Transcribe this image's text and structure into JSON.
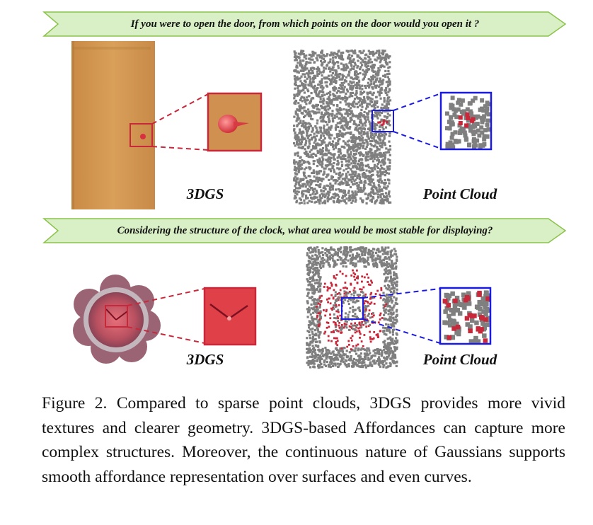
{
  "figure": {
    "rows": [
      {
        "question": "If you were to open the door, from which points on the door would you open it ?",
        "left_label": "3DGS",
        "right_label": "Point Cloud"
      },
      {
        "question": "Considering the structure of the clock, what area would be most stable for displaying?",
        "left_label": "3DGS",
        "right_label": "Point Cloud"
      }
    ],
    "colors": {
      "banner_fill": "#d9f0c6",
      "banner_stroke": "#8bc34a",
      "door": "#d49a52",
      "highlight_red": "#c8283a",
      "zoom_blue": "#1a1ae0",
      "points_gray": "#7f7f7f"
    }
  },
  "caption": {
    "text": "Figure 2. Compared to sparse point clouds, 3DGS provides more vivid textures and clearer geometry. 3DGS-based Affordances can capture more complex structures. Moreover, the continuous nature of Gaussians supports smooth affordance representation over surfaces and even curves."
  }
}
